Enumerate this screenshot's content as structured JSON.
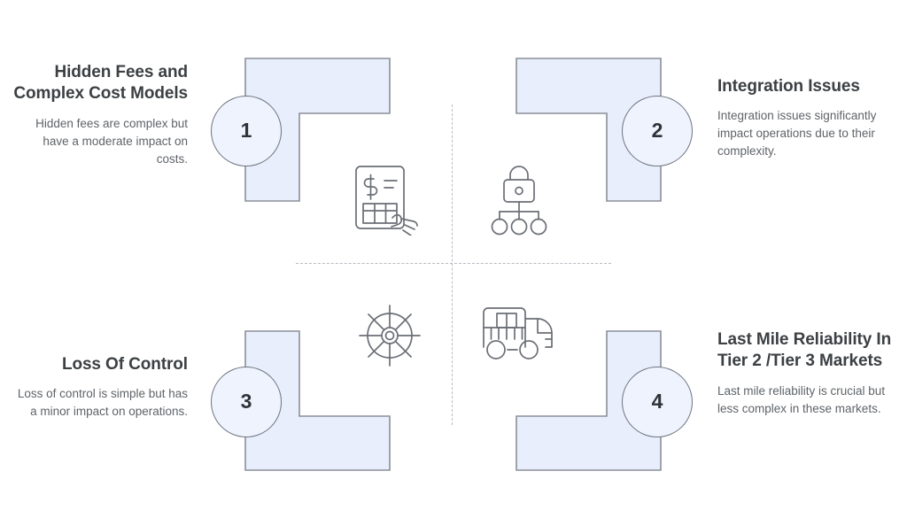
{
  "diagram": {
    "type": "four-quadrant-challenges",
    "accent_fill": "#e8eefc",
    "accent_stroke": "#8a8f98",
    "circle_fill": "#eef3fd",
    "title_color": "#3c4043",
    "body_color": "#5f6368",
    "divider_color": "#b9bcc3",
    "background": "#ffffff"
  },
  "quadrants": [
    {
      "number": "1",
      "title": "Hidden Fees and Complex Cost Models",
      "description": "Hidden fees are complex but have a moderate impact on costs.",
      "icon": "invoice-hand-icon",
      "position": "top-left",
      "text_align": "right"
    },
    {
      "number": "2",
      "title": "Integration Issues",
      "description": "Integration issues significantly impact operations due to their complexity.",
      "icon": "lock-network-icon",
      "position": "top-right",
      "text_align": "left"
    },
    {
      "number": "3",
      "title": "Loss Of Control",
      "description": "Loss of control is simple but has a minor impact on operations.",
      "icon": "ships-helm-icon",
      "position": "bottom-left",
      "text_align": "right"
    },
    {
      "number": "4",
      "title": "Last Mile Reliability In Tier 2 /Tier 3 Markets",
      "description": "Last mile reliability is crucial but less complex in these markets.",
      "icon": "delivery-truck-icon",
      "position": "bottom-right",
      "text_align": "left"
    }
  ]
}
